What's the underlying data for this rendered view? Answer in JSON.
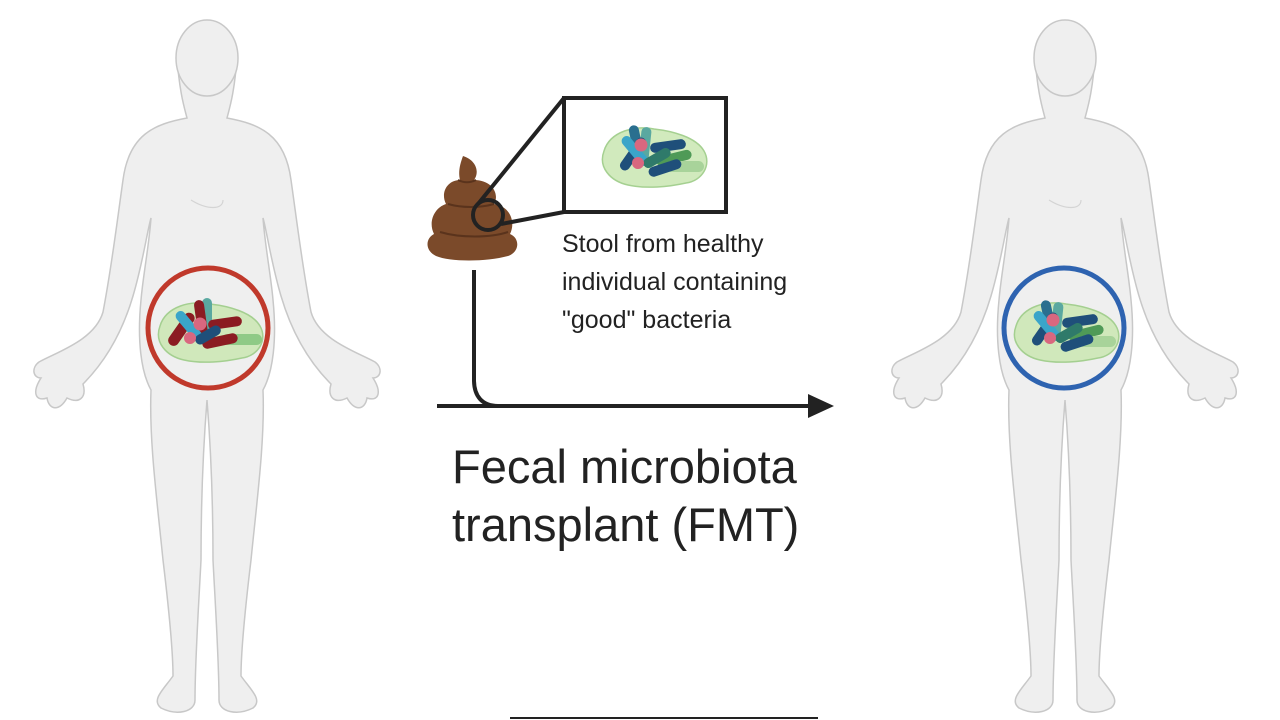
{
  "stool_caption": {
    "line1": "Stool from healthy",
    "line2": "individual containing",
    "line3": "\"good\" bacteria"
  },
  "procedure_label": {
    "line1": "Fecal microbiota",
    "line2": "transplant (FMT)"
  },
  "colors": {
    "before_circle": "#c0392b",
    "after_circle": "#2e63b0",
    "stool": "#7b4a2a",
    "text": "#222222",
    "body_fill": "#efefef",
    "body_outline": "#c8c8c8"
  },
  "icons": {
    "left_figure": "human-body-icon",
    "right_figure": "human-body-icon",
    "stool": "stool-icon",
    "bacteria": "bacteria-cluster-icon"
  }
}
